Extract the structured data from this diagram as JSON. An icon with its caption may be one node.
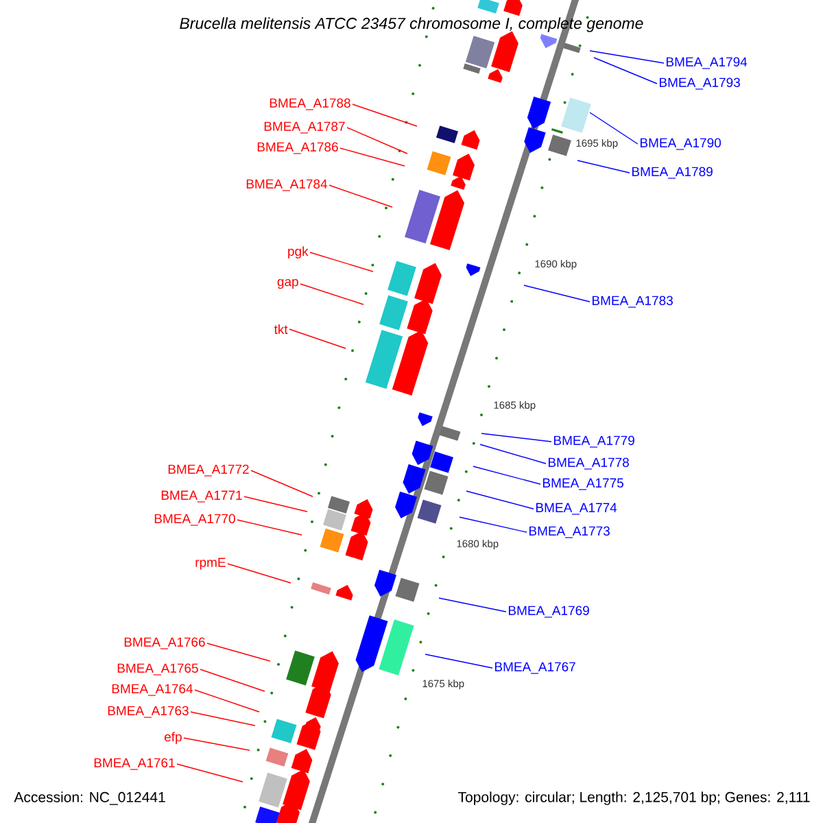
{
  "diagram": {
    "title": "Brucella melitensis ATCC 23457 chromosome I, complete genome",
    "nodes": [
      {
        "text": [
          "BMEA_A1794"
        ]
      },
      {
        "text": [
          "BMEA_A1793"
        ]
      },
      {
        "text": [
          "BMEA_A1788"
        ]
      },
      {
        "text": [
          "BMEA_A1787"
        ]
      },
      {
        "text": [
          "BMEA_A1790"
        ]
      },
      {
        "text": [
          "BMEA_A1786"
        ]
      },
      {
        "text": [
          "BMEA_A1789"
        ]
      },
      {
        "text": [
          "BMEA_A1784"
        ]
      },
      {
        "text": [
          "pgk"
        ]
      },
      {
        "text": [
          "gap"
        ]
      },
      {
        "text": [
          "BMEA_A1783"
        ]
      },
      {
        "text": [
          "tkt"
        ]
      },
      {
        "text": [
          "BMEA_A1779"
        ]
      },
      {
        "text": [
          "BMEA_A1778"
        ]
      },
      {
        "text": [
          "BMEA_A1772"
        ]
      },
      {
        "text": [
          "BMEA_A1775"
        ]
      },
      {
        "text": [
          "BMEA_A1771"
        ]
      },
      {
        "text": [
          "BMEA_A1774"
        ]
      },
      {
        "text": [
          "BMEA_A1770"
        ]
      },
      {
        "text": [
          "BMEA_A1773"
        ]
      },
      {
        "text": [
          "rpmE"
        ]
      },
      {
        "text": [
          "BMEA_A1769"
        ]
      },
      {
        "text": [
          "BMEA_A1766"
        ]
      },
      {
        "text": [
          "BMEA_A1767"
        ]
      },
      {
        "text": [
          "BMEA_A1765"
        ]
      },
      {
        "text": [
          "BMEA_A1764"
        ]
      },
      {
        "text": [
          "BMEA_A1763"
        ]
      },
      {
        "text": [
          "efp"
        ]
      },
      {
        "text": [
          "BMEA_A1761"
        ]
      }
    ],
    "edges": [
      {
        "from": 0,
        "to": null,
        "arrow": "none",
        "color": "#0000ff"
      },
      {
        "from": 1,
        "to": null,
        "arrow": "none",
        "color": "#0000ff"
      },
      {
        "from": 2,
        "to": null,
        "arrow": "none"
      },
      {
        "from": 3,
        "to": null,
        "arrow": "none"
      },
      {
        "from": 4,
        "to": null,
        "arrow": "none",
        "color": "#0000ff"
      },
      {
        "from": 5,
        "to": null,
        "arrow": "none"
      },
      {
        "from": 6,
        "to": null,
        "arrow": "none",
        "color": "#0000ff"
      },
      {
        "from": 7,
        "to": null,
        "arrow": "none"
      },
      {
        "from": 8,
        "to": null,
        "arrow": "none"
      },
      {
        "from": 9,
        "to": null,
        "arrow": "none"
      },
      {
        "from": 10,
        "to": null,
        "arrow": "none",
        "color": "#0000ff"
      },
      {
        "from": 11,
        "to": null,
        "arrow": "none"
      },
      {
        "from": 12,
        "to": null,
        "arrow": "none",
        "color": "#0000ff"
      },
      {
        "from": 13,
        "to": null,
        "arrow": "none",
        "color": "#0000ff"
      },
      {
        "from": 14,
        "to": null,
        "arrow": "none"
      },
      {
        "from": 15,
        "to": null,
        "arrow": "none",
        "color": "#0000ff"
      },
      {
        "from": 16,
        "to": null,
        "arrow": "none"
      },
      {
        "from": 17,
        "to": null,
        "arrow": "none",
        "color": "#0000ff"
      },
      {
        "from": 18,
        "to": null,
        "arrow": "none"
      },
      {
        "from": 19,
        "to": null,
        "arrow": "none",
        "color": "#0000ff"
      },
      {
        "from": 20,
        "to": null,
        "arrow": "none"
      },
      {
        "from": 21,
        "to": null,
        "arrow": "none",
        "color": "#0000ff"
      },
      {
        "from": 22,
        "to": null,
        "arrow": "none"
      },
      {
        "from": 23,
        "to": null,
        "arrow": "none",
        "color": "#0000ff"
      },
      {
        "from": 24,
        "to": null,
        "arrow": "none"
      },
      {
        "from": 25,
        "to": null,
        "arrow": "none"
      },
      {
        "from": 26,
        "to": null,
        "arrow": "none"
      },
      {
        "from": 27,
        "to": null,
        "arrow": "none"
      },
      {
        "from": 28,
        "to": null,
        "arrow": "none"
      }
    ],
    "labels": [
      "1695 kbp",
      "1690 kbp",
      "1685 kbp",
      "1680 kbp",
      "1675 kbp",
      "Accession: NC_012441",
      "Topology: circular; Length: 2,125,701 bp; Genes: 2,111"
    ]
  }
}
